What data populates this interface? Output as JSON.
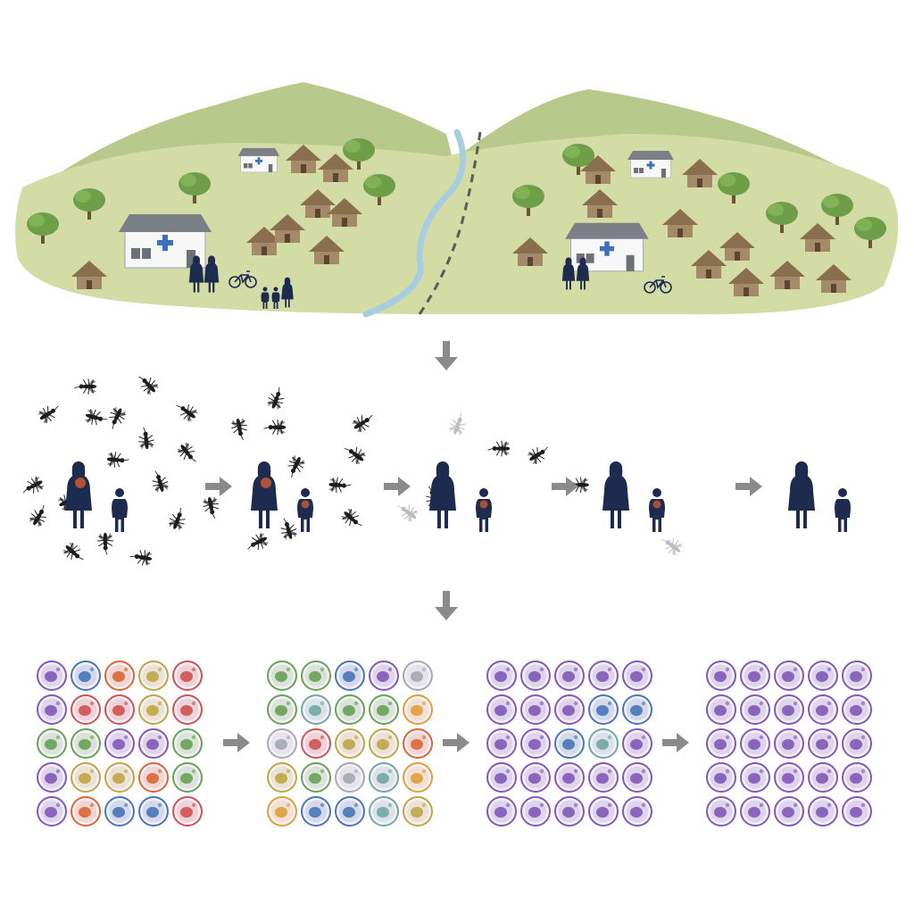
{
  "colors": {
    "background": "#ffffff",
    "land": "#d4dca6",
    "hills": "#b9c98c",
    "river": "#a9cde0",
    "road": "#5a5a5a",
    "clinic_wall": "#f7f7f7",
    "clinic_roof": "#7c7f86",
    "clinic_cross": "#3e6fb8",
    "hut_wall": "#a58a6a",
    "hut_roof": "#8a6f4f",
    "tree": "#6f9e48",
    "trunk": "#6b5338",
    "person": "#1d2b4f",
    "infection": "#e0622e",
    "mosquito": "#1e1e1e",
    "arrow": "#8a8a8a",
    "strain_colors": [
      "#7a52b3",
      "#3f6fb6",
      "#d95f2b",
      "#bca23a",
      "#cc4a4a",
      "#5f9e4f",
      "#6aa3a0",
      "#e09a30",
      "#9fa6ad"
    ],
    "cell_ring": "#c7a8d8",
    "cell_fill": "#f6f1f8"
  },
  "icons": [
    "health-clinic-icon",
    "hut-icon",
    "tree-icon",
    "bicycle-icon",
    "mosquito-icon",
    "person-icon",
    "parasite-cell-icon",
    "arrow-right-icon",
    "arrow-down-icon"
  ],
  "transmission_stages": [
    {
      "mosquito_density": 1.0,
      "adult_infected": true,
      "child_infected": false
    },
    {
      "mosquito_density": 0.55,
      "adult_infected": true,
      "child_infected": true
    },
    {
      "mosquito_density": 0.3,
      "adult_infected": false,
      "child_infected": true
    },
    {
      "mosquito_density": 0.12,
      "adult_infected": false,
      "child_infected": true
    },
    {
      "mosquito_density": 0.0,
      "adult_infected": false,
      "child_infected": false
    }
  ],
  "parasite_panels": [
    {
      "diversity": "high",
      "grid": [
        [
          0,
          1,
          2,
          3,
          4
        ],
        [
          0,
          4,
          4,
          3,
          4
        ],
        [
          5,
          5,
          0,
          0,
          5
        ],
        [
          0,
          3,
          3,
          2,
          5
        ],
        [
          0,
          2,
          1,
          1,
          4
        ]
      ]
    },
    {
      "diversity": "medium",
      "grid": [
        [
          5,
          5,
          1,
          0,
          8
        ],
        [
          5,
          6,
          5,
          5,
          7
        ],
        [
          8,
          4,
          3,
          3,
          2
        ],
        [
          3,
          5,
          8,
          6,
          7
        ],
        [
          7,
          1,
          1,
          6,
          3
        ]
      ]
    },
    {
      "diversity": "low",
      "grid": [
        [
          0,
          0,
          0,
          0,
          0
        ],
        [
          0,
          0,
          0,
          1,
          1
        ],
        [
          0,
          0,
          1,
          6,
          0
        ],
        [
          0,
          0,
          0,
          0,
          0
        ],
        [
          0,
          0,
          0,
          0,
          0
        ]
      ]
    },
    {
      "diversity": "clonal",
      "grid": [
        [
          0,
          0,
          0,
          0,
          0
        ],
        [
          0,
          0,
          0,
          0,
          0
        ],
        [
          0,
          0,
          0,
          0,
          0
        ],
        [
          0,
          0,
          0,
          0,
          0
        ],
        [
          0,
          0,
          0,
          0,
          0
        ]
      ]
    }
  ]
}
